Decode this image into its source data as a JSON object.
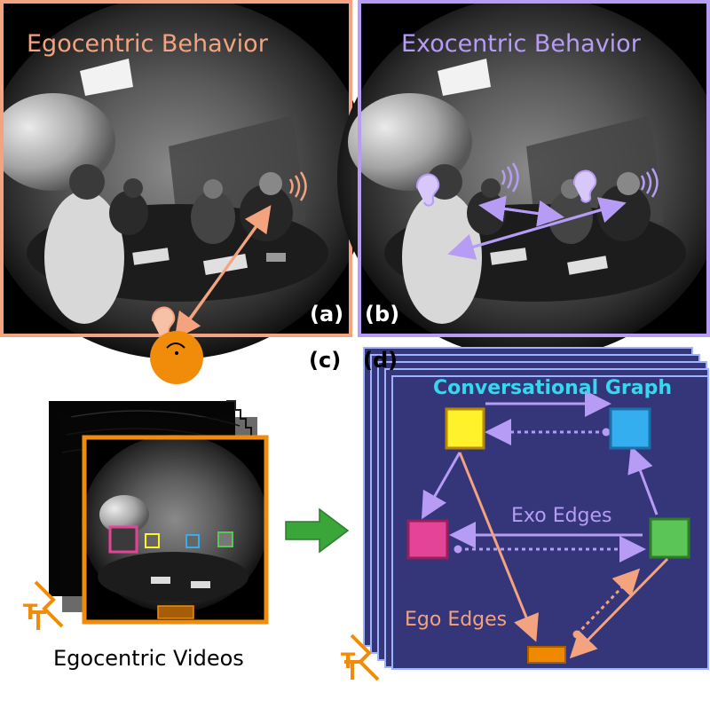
{
  "panels": {
    "a": {
      "title": "Egocentric Behavior",
      "tag": "(a)"
    },
    "b": {
      "title": "Exocentric Behavior",
      "tag": "(b)"
    },
    "c": {
      "tag": "(c)",
      "caption": "Egocentric Videos",
      "time_label": "T"
    },
    "d": {
      "tag": "(d)",
      "graph_title": "Conversational Graph",
      "exo_label": "Exo Edges",
      "ego_label": "Ego Edges",
      "time_label": "T"
    }
  },
  "colors": {
    "ego": "#f4a37f",
    "exo": "#b79cf5",
    "orange": "#f08c0a",
    "graph_bg": "#35357a",
    "title_cyan": "#37d7f0",
    "node_yellow": "#fff22a",
    "node_blue": "#35aef0",
    "node_pink": "#e44497",
    "node_green": "#5cc557",
    "node_orange": "#ef8a00",
    "arrow_green": "#3aa63a"
  }
}
